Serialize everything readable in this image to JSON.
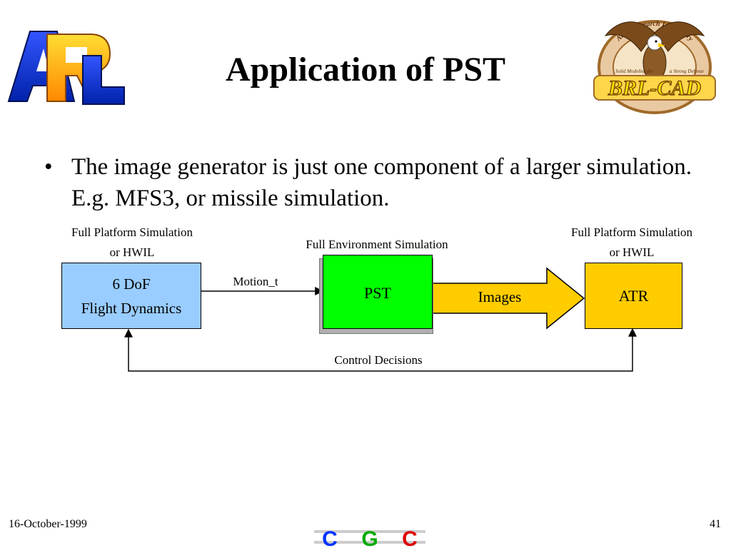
{
  "slide": {
    "title": "Application of PST",
    "bullets": [
      {
        "marker": "•",
        "text": "The image generator is just one component of a larger simulation.  E.g. MFS3, or missile simulation."
      }
    ]
  },
  "logos": {
    "left": {
      "text": "ARL",
      "colors": [
        "#0033cc",
        "#ff9900",
        "#ffcc00"
      ]
    },
    "right": {
      "ring_top": "Army Research Laboratory",
      "ring_left": "Solid Modeling for",
      "ring_right": "a Strong Defense",
      "banner": "BRL-CAD"
    },
    "footer": {
      "letters": [
        "C",
        "G",
        "C"
      ],
      "colors": [
        "#0033ff",
        "#00aa00",
        "#dd0000"
      ]
    }
  },
  "diagram": {
    "left_top_label": [
      "Full Platform Simulation",
      "or HWIL"
    ],
    "center_top_label": "Full Environment Simulation",
    "right_top_label": [
      "Full Platform Simulation",
      "or HWIL"
    ],
    "box_6dof": [
      "6 DoF",
      "Flight Dynamics"
    ],
    "box_pst": "PST",
    "box_atr": "ATR",
    "arrow_motion_label": "Motion_t",
    "arrow_images_label": "Images",
    "feedback_label": "Control Decisions",
    "colors": {
      "box_6dof": "#99ccff",
      "box_pst": "#00ff00",
      "box_atr": "#ffcc00",
      "arrow_images": "#ffcc00"
    }
  },
  "footer": {
    "date": "16-October-1999",
    "page_number": "41"
  }
}
